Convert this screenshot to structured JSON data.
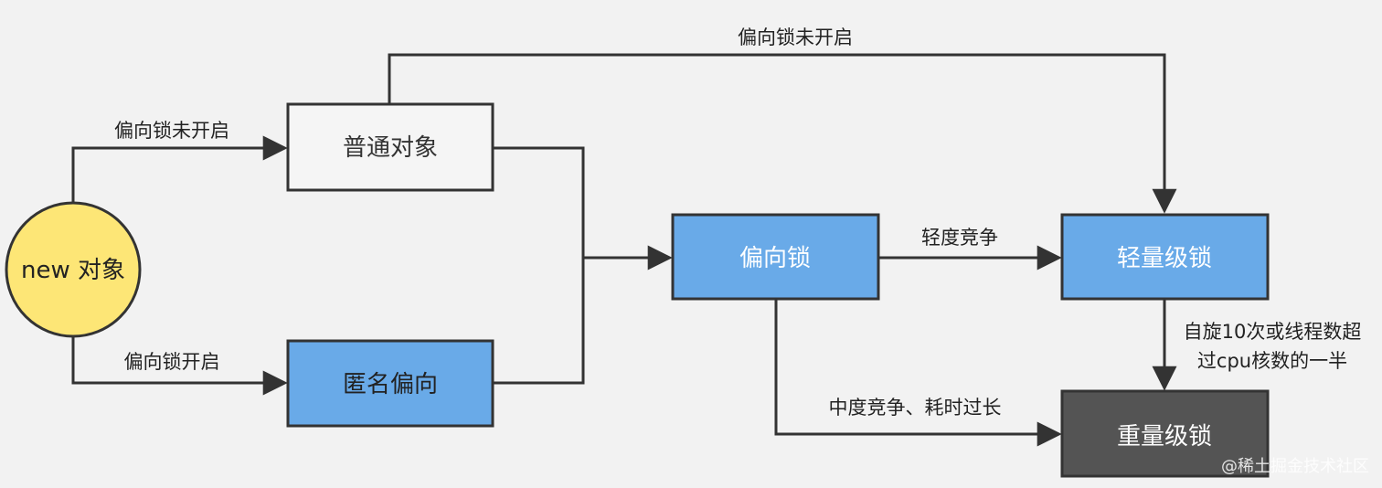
{
  "nodes": {
    "start": {
      "label": "new 对象"
    },
    "normal": {
      "label": "普通对象"
    },
    "anonymous": {
      "label": "匿名偏向"
    },
    "biased": {
      "label": "偏向锁"
    },
    "lightweight": {
      "label": "轻量级锁"
    },
    "heavyweight": {
      "label": "重量级锁"
    }
  },
  "edges": {
    "top_bias_off": "偏向锁未开启",
    "bias_off": "偏向锁未开启",
    "bias_on": "偏向锁开启",
    "light_contention": "轻度竞争",
    "spin_line1": "自旋10次或线程数超",
    "spin_line2": "过cpu核数的一半",
    "heavy_contention": "中度竞争、耗时过长"
  },
  "watermark": "@稀土掘金技术社区",
  "colors": {
    "background": "#f2f2f2",
    "start_fill": "#fde676",
    "white_node": "#f5f5f5",
    "blue_node": "#69aae8",
    "dark_node": "#545454",
    "line": "#333333"
  }
}
